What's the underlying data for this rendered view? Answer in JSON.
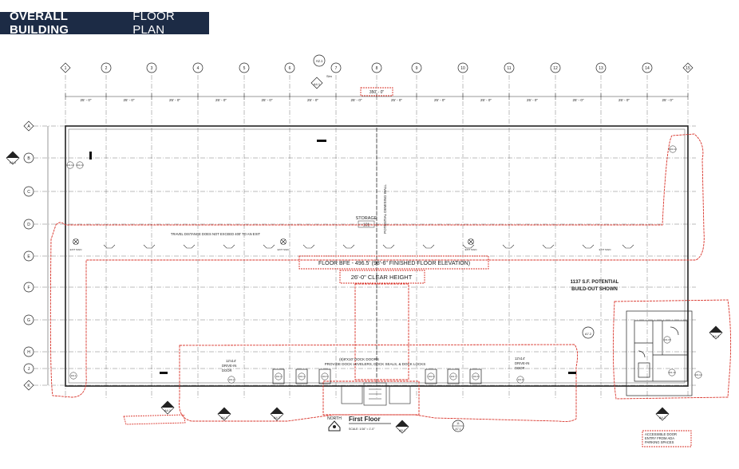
{
  "header": {
    "title_bold": "OVERALL BUILDING",
    "title_light": "FLOOR PLAN"
  },
  "plan": {
    "column_labels": [
      "1",
      "2",
      "3",
      "4",
      "5",
      "6",
      "7",
      "8",
      "9",
      "10",
      "11",
      "12",
      "13",
      "14",
      "15"
    ],
    "row_labels": [
      "A",
      "B",
      "C",
      "D",
      "E",
      "F",
      "G",
      "H",
      "J",
      "K"
    ],
    "bay_dimension": "25' - 0\"",
    "overall_dimension": "350' - 0\"",
    "room_name": "STORAGE",
    "room_number": "101",
    "demising_wall_note": "POTENTIAL DEMISING WALL",
    "travel_note": "TRAVEL DISTANCE DOES NOT EXCEED 400' TO AN EXIT",
    "floor_elevation": "FLOOR BFE - 496.5' (98'-6\" FINISHED FLOOR ELEVATION)",
    "clear_height": "26'-0\" CLEAR HEIGHT",
    "buildout_line1": "1137 S.F. POTENTIAL",
    "buildout_line2": "BUILD-OUT SHOWN",
    "dock_doors_line1": "(6)9'X10' DOCK DOORS",
    "dock_doors_line2": "PROVIDE DOCK LEVELERS, DOCK SEALS, & DOCK LOCKS",
    "drivein_left_1": "12'x14'",
    "drivein_left_2": "DRIVE-IN",
    "drivein_left_3": "DOOR",
    "drivein_right_1": "12'x14'",
    "drivein_right_2": "DRIVE-IN",
    "drivein_right_3": "DOOR",
    "ada_line1": "ACCESSIBLE DOOR",
    "ada_line2": "ENTRY FROM ADA",
    "ada_line3": "PARKING SPACES",
    "north_label": "NORTH",
    "floor_title": "First Floor",
    "scale": "SCALE: 1/16\" = 1'-0\"",
    "exit_sign": "EXIT SIGN",
    "section_markers": {
      "top_a21": "A2.1",
      "top_a41": "A4.1",
      "left_a41": "A4.1",
      "right_a43": "A4.3",
      "right_a72": "A7.2",
      "bot_a41a": "A4.1",
      "bot_a41b": "A4.1",
      "bot_a42": "A4.2",
      "bot_a52": "A5.2",
      "bot_a71": "A7.1",
      "bot_a42r": "A4.2"
    },
    "sim": "Sim",
    "door_tags": [
      "101.1",
      "101.2",
      "101.3",
      "101.4",
      "101.5",
      "101.6",
      "101.7",
      "101.8",
      "101.9",
      "101.10",
      "101.11",
      "101.12",
      "101.13",
      "101.14",
      "101.15"
    ]
  },
  "colors": {
    "banner": "#1c2b45",
    "cloud": "#d9342b",
    "line": "#222222"
  }
}
